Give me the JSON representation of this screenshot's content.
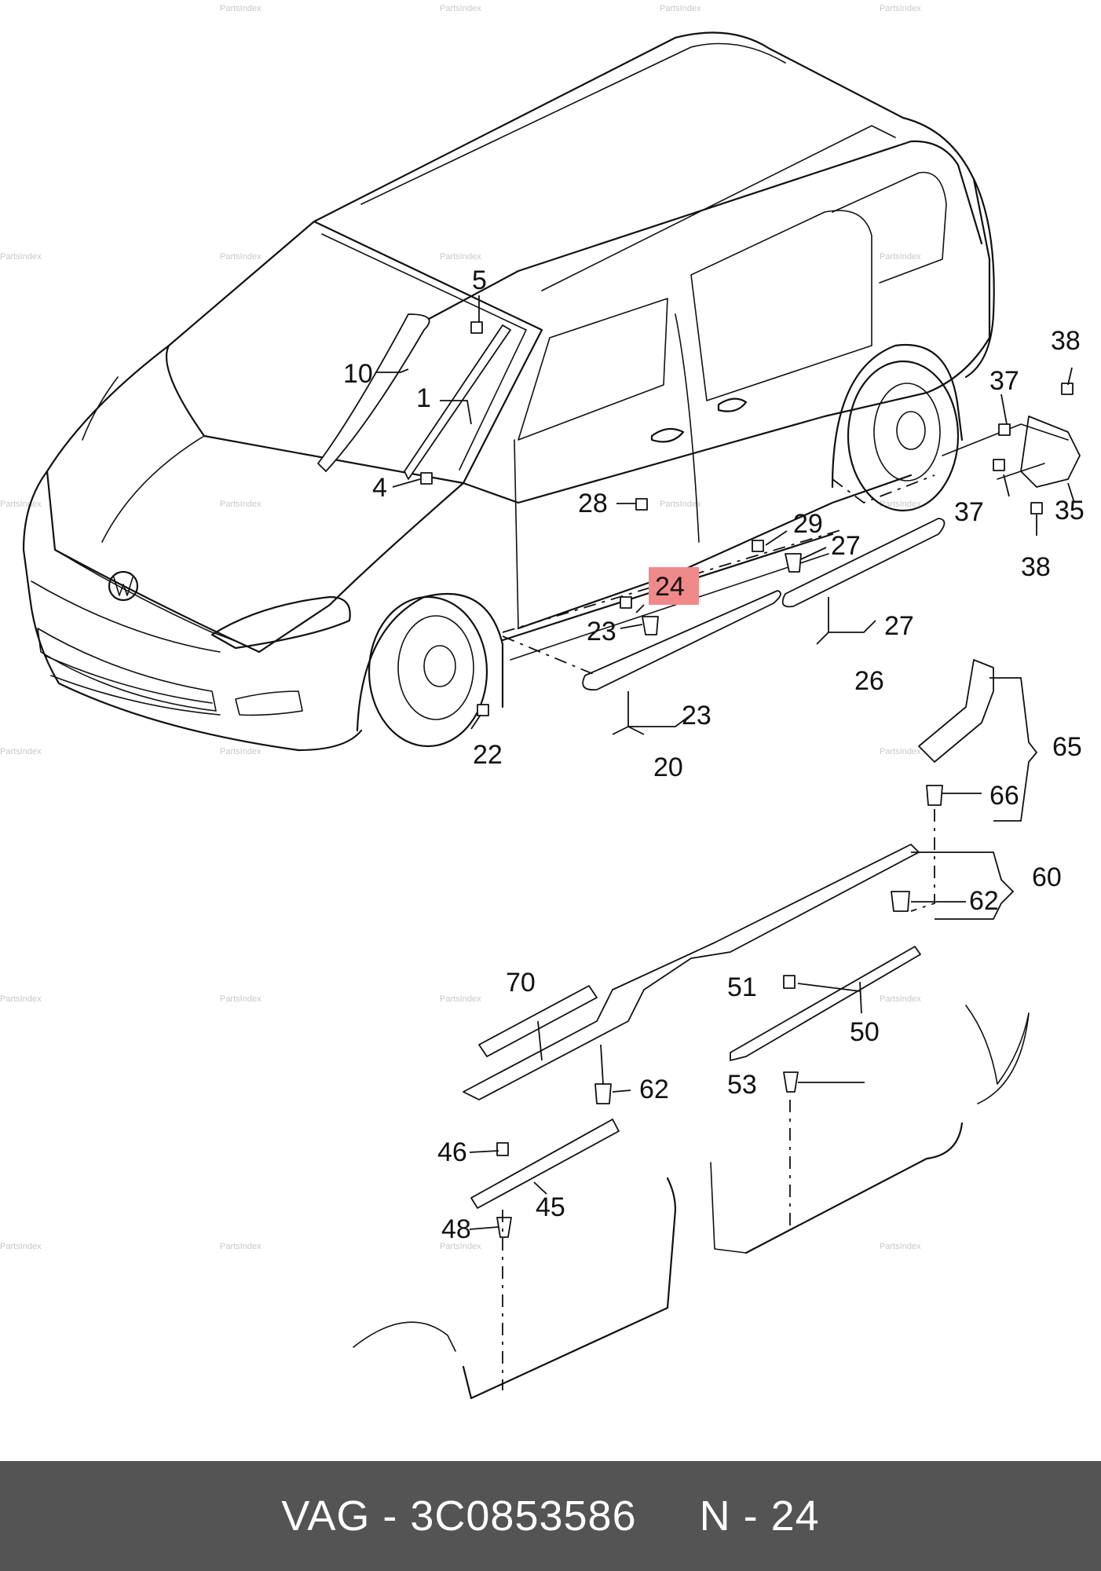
{
  "brand": "VAG",
  "part_number": "3C0853586",
  "position": "N - 24",
  "footer_separator": " - ",
  "watermark": "PartsIndex",
  "highlight_color": "#f08a8a",
  "footer_bg": "#545454",
  "labels": {
    "l1": "1",
    "l4": "4",
    "l5": "5",
    "l10": "10",
    "l20": "20",
    "l22": "22",
    "l23a": "23",
    "l23b": "23",
    "l24": "24",
    "l26": "26",
    "l27a": "27",
    "l27b": "27",
    "l28": "28",
    "l29": "29",
    "l35": "35",
    "l37a": "37",
    "l37b": "37",
    "l38a": "38",
    "l38b": "38",
    "l45": "45",
    "l46": "46",
    "l48": "48",
    "l50": "50",
    "l51": "51",
    "l53": "53",
    "l60": "60",
    "l62a": "62",
    "l62b": "62",
    "l65": "65",
    "l66": "66",
    "l70": "70"
  }
}
